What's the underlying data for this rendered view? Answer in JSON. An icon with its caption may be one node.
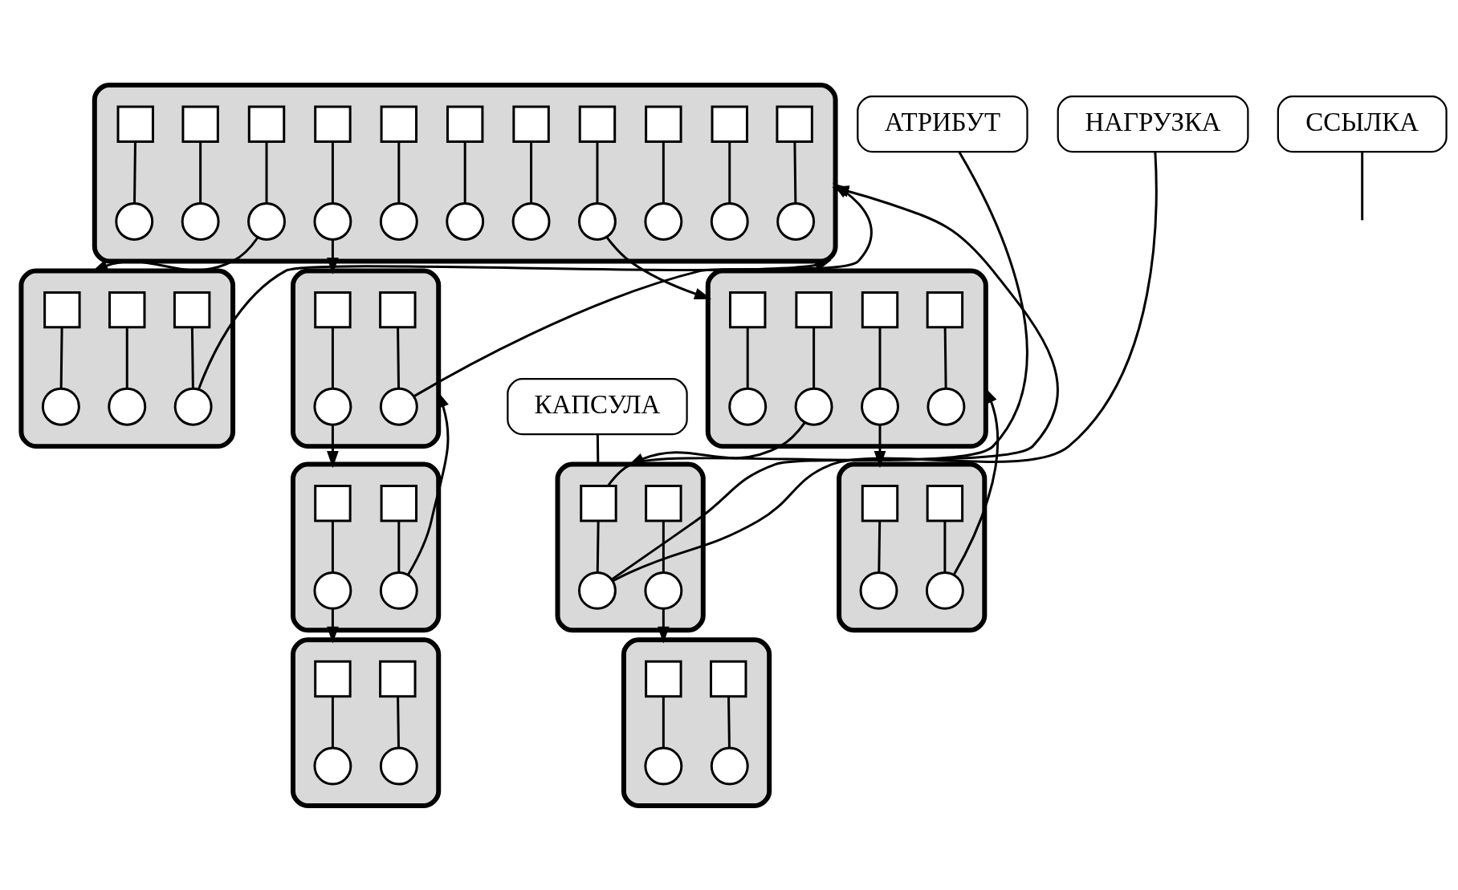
{
  "diagram": {
    "nodes": [
      {
        "text": [],
        "shape": "ellipse"
      },
      {
        "text": [],
        "shape": "box",
        "in": 0
      },
      {
        "text": [],
        "shape": "circle",
        "in": 0
      },
      {
        "text": [],
        "shape": "box",
        "in": 0
      },
      {
        "text": [],
        "shape": "circle",
        "in": 0
      },
      {
        "text": [],
        "shape": "box",
        "in": 0
      },
      {
        "text": [],
        "shape": "circle",
        "in": 0
      },
      {
        "text": [],
        "shape": "box",
        "in": 0
      },
      {
        "text": [],
        "shape": "circle",
        "in": 0
      },
      {
        "text": [],
        "shape": "box",
        "in": 0
      },
      {
        "text": [],
        "shape": "circle",
        "in": 0
      },
      {
        "text": [],
        "shape": "box",
        "in": 0
      },
      {
        "text": [],
        "shape": "circle",
        "in": 0
      },
      {
        "text": [],
        "shape": "box",
        "in": 0
      },
      {
        "text": [],
        "shape": "circle",
        "in": 0
      },
      {
        "text": [],
        "shape": "box",
        "in": 0
      },
      {
        "text": [],
        "shape": "circle",
        "in": 0
      },
      {
        "text": [],
        "shape": "box",
        "in": 0
      },
      {
        "text": [],
        "shape": "circle",
        "in": 0
      },
      {
        "text": [],
        "shape": "box",
        "in": 0
      },
      {
        "text": [],
        "shape": "circle",
        "in": 0
      },
      {
        "text": [],
        "shape": "box",
        "in": 0
      },
      {
        "text": [],
        "shape": "circle",
        "in": 0
      },
      {
        "text": [],
        "shape": "ellipse"
      },
      {
        "text": [],
        "shape": "box",
        "in": 23
      },
      {
        "text": [],
        "shape": "circle",
        "in": 23
      },
      {
        "text": [],
        "shape": "box",
        "in": 23
      },
      {
        "text": [],
        "shape": "circle",
        "in": 23
      },
      {
        "text": [],
        "shape": "box",
        "in": 23
      },
      {
        "text": [],
        "shape": "circle",
        "in": 23
      },
      {
        "text": [],
        "shape": "ellipse"
      },
      {
        "text": [],
        "shape": "box",
        "in": 30
      },
      {
        "text": [],
        "shape": "circle",
        "in": 30
      },
      {
        "text": [],
        "shape": "box",
        "in": 30
      },
      {
        "text": [],
        "shape": "circle",
        "in": 30
      },
      {
        "text": [],
        "shape": "ellipse"
      },
      {
        "text": [],
        "shape": "box",
        "in": 35
      },
      {
        "text": [],
        "shape": "circle",
        "in": 35
      },
      {
        "text": [],
        "shape": "box",
        "in": 35
      },
      {
        "text": [],
        "shape": "circle",
        "in": 35
      },
      {
        "text": [],
        "shape": "box",
        "in": 35
      },
      {
        "text": [],
        "shape": "circle",
        "in": 35
      },
      {
        "text": [],
        "shape": "box",
        "in": 35
      },
      {
        "text": [],
        "shape": "circle",
        "in": 35
      },
      {
        "text": [
          "ССЫЛКА"
        ]
      },
      {
        "text": [
          "КАПСУЛА"
        ]
      },
      {
        "text": [],
        "shape": "ellipse"
      },
      {
        "text": [],
        "shape": "box",
        "in": 46
      },
      {
        "text": [],
        "shape": "circle",
        "in": 46
      },
      {
        "text": [],
        "shape": "box",
        "in": 46
      },
      {
        "text": [],
        "shape": "circle",
        "in": 46
      },
      {
        "text": [],
        "shape": "ellipse"
      },
      {
        "text": [],
        "shape": "box",
        "in": 51
      },
      {
        "text": [],
        "shape": "circle",
        "in": 51
      },
      {
        "text": [],
        "shape": "box",
        "in": 51
      },
      {
        "text": [],
        "shape": "circle",
        "in": 51
      },
      {
        "text": [],
        "shape": "ellipse"
      },
      {
        "text": [],
        "shape": "box",
        "in": 56
      },
      {
        "text": [],
        "shape": "circle",
        "in": 56
      },
      {
        "text": [],
        "shape": "box",
        "in": 56
      },
      {
        "text": [],
        "shape": "circle",
        "in": 56
      },
      {
        "text": [
          "АТРИБУТ"
        ]
      },
      {
        "text": [],
        "shape": "ellipse"
      },
      {
        "text": [],
        "shape": "box",
        "in": 62
      },
      {
        "text": [],
        "shape": "circle",
        "in": 62
      },
      {
        "text": [],
        "shape": "box",
        "in": 62
      },
      {
        "text": [],
        "shape": "circle",
        "in": 62
      },
      {
        "text": [
          "НАГРУЗКА"
        ]
      },
      {
        "text": [],
        "shape": "ellipse"
      },
      {
        "text": [],
        "shape": "box",
        "in": 68
      },
      {
        "text": [],
        "shape": "circle",
        "in": 68
      },
      {
        "text": [],
        "shape": "box",
        "in": 68
      },
      {
        "text": [],
        "shape": "circle",
        "in": 68
      }
    ],
    "edges": [
      {
        "from": 1,
        "to": 2,
        "arrow": "none"
      },
      {
        "from": 3,
        "to": 4,
        "arrow": "none"
      },
      {
        "from": 5,
        "to": 6,
        "arrow": "none"
      },
      {
        "from": 7,
        "to": 8,
        "arrow": "none"
      },
      {
        "from": 9,
        "to": 10,
        "arrow": "none"
      },
      {
        "from": 11,
        "to": 12,
        "arrow": "none"
      },
      {
        "from": 13,
        "to": 14,
        "arrow": "none"
      },
      {
        "from": 15,
        "to": 16,
        "arrow": "none"
      },
      {
        "from": 17,
        "to": 18,
        "arrow": "none"
      },
      {
        "from": 19,
        "to": 20,
        "arrow": "none"
      },
      {
        "from": 21,
        "to": 22,
        "arrow": "none"
      },
      {
        "from": 24,
        "to": 25,
        "arrow": "none"
      },
      {
        "from": 26,
        "to": 27,
        "arrow": "none"
      },
      {
        "from": 28,
        "to": 29,
        "arrow": "none"
      },
      {
        "from": 31,
        "to": 32,
        "arrow": "none"
      },
      {
        "from": 33,
        "to": 34,
        "arrow": "none"
      },
      {
        "from": 36,
        "to": 37,
        "arrow": "none"
      },
      {
        "from": 38,
        "to": 39,
        "arrow": "none"
      },
      {
        "from": 40,
        "to": 41,
        "arrow": "none"
      },
      {
        "from": 42,
        "to": 43,
        "arrow": "none"
      },
      {
        "from": 47,
        "to": 48,
        "arrow": "none"
      },
      {
        "from": 49,
        "to": 50,
        "arrow": "none"
      },
      {
        "from": 52,
        "to": 53,
        "arrow": "none"
      },
      {
        "from": 54,
        "to": 55,
        "arrow": "none"
      },
      {
        "from": 57,
        "to": 58,
        "arrow": "none"
      },
      {
        "from": 59,
        "to": 60,
        "arrow": "none"
      },
      {
        "from": 63,
        "to": 64,
        "arrow": "none"
      },
      {
        "from": 65,
        "to": 66,
        "arrow": "none"
      },
      {
        "from": 69,
        "to": 70,
        "arrow": "none"
      },
      {
        "from": 71,
        "to": 72,
        "arrow": "none"
      },
      {
        "from": 6,
        "to": 23,
        "arrow": "to"
      },
      {
        "from": 8,
        "to": 30,
        "arrow": "to"
      },
      {
        "from": 16,
        "to": 35,
        "arrow": "to"
      },
      {
        "from": 29,
        "to": 0,
        "arrow": "to"
      },
      {
        "from": 34,
        "to": 0,
        "arrow": "to"
      },
      {
        "from": 32,
        "to": 46,
        "arrow": "to"
      },
      {
        "from": 39,
        "to": 51,
        "arrow": "to"
      },
      {
        "from": 41,
        "to": 56,
        "arrow": "to"
      },
      {
        "from": 50,
        "to": 30,
        "arrow": "to"
      },
      {
        "from": 53,
        "to": 0,
        "arrow": "to"
      },
      {
        "from": 60,
        "to": 35,
        "arrow": "to"
      },
      {
        "from": 48,
        "to": 62,
        "arrow": "to"
      },
      {
        "from": 55,
        "to": 68,
        "arrow": "to"
      },
      {
        "from": 44,
        "to": null,
        "arrow": "none"
      },
      {
        "from": 45,
        "to": 51,
        "arrow": "none"
      },
      {
        "from": 61,
        "to": 52,
        "arrow": "none"
      },
      {
        "from": 67,
        "to": 53,
        "arrow": "none"
      }
    ]
  }
}
